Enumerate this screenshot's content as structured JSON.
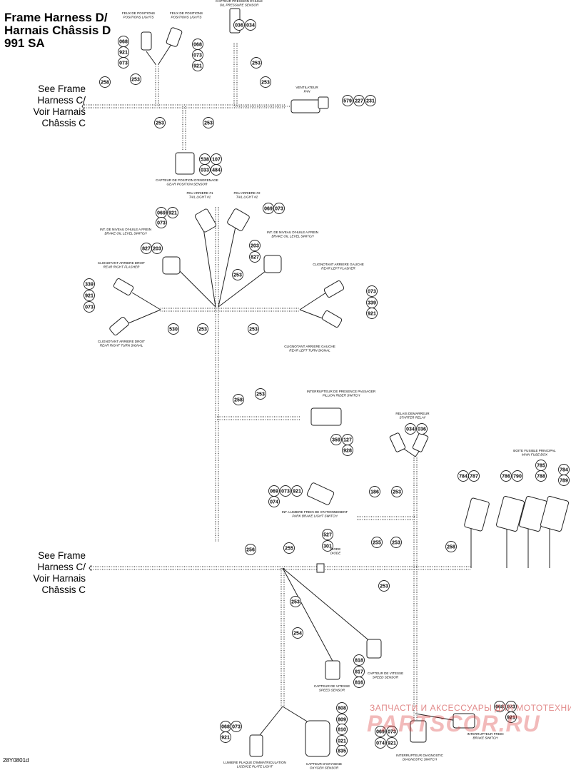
{
  "title": [
    "Frame Harness D/",
    "Harnais Châssis D",
    "991 SA"
  ],
  "see_refs": {
    "top": [
      "See Frame",
      "Harness C/",
      "Voir Harnais",
      "Châssis C"
    ],
    "middle": [
      "See Frame",
      "Harness C/",
      "Voir Harnais",
      "Châssis C"
    ]
  },
  "figure_code": "28Y0801d",
  "watermark": {
    "text": "ЗАПЧАСТИ И АКСЕССУАРЫ ДЛЯ МОТОТЕХНИКИ",
    "logo": "PARTSCOR.RU"
  },
  "components": [
    {
      "id": "position-lights-1",
      "label_fr": "FEUX DE POSITIONS",
      "label_en": "POSITIONS LIGHTS"
    },
    {
      "id": "position-lights-2",
      "label_fr": "FEUX DE POSITIONS",
      "label_en": "POSITIONS LIGHTS"
    },
    {
      "id": "oil-pressure-sensor",
      "label_fr": "CAPTEUR PRESSION D'HUILE",
      "label_en": "OIL PRESSURE SENSOR"
    },
    {
      "id": "fan",
      "label_fr": "VENTILATEUR",
      "label_en": "FAN"
    },
    {
      "id": "gear-position-sensor",
      "label_fr": "CAPTEUR DE POSITION D'ENGRENAGE",
      "label_en": "GEAR POSITION SENSOR"
    },
    {
      "id": "tail-light-1",
      "label_fr": "FEU ARRIERE #1",
      "label_en": "TAIL LIGHT #1"
    },
    {
      "id": "tail-light-2",
      "label_fr": "FEU ARRIERE #2",
      "label_en": "TAIL LIGHT #2"
    },
    {
      "id": "brake-oil-level-switch-left",
      "label_fr": "INT. DE NIVEAU D'HUILE A FREIN",
      "label_en": "BRAKE OIL LEVEL SWITCH"
    },
    {
      "id": "brake-oil-level-switch-right",
      "label_fr": "INT. DE NIVEAU D'HUILE A FREIN",
      "label_en": "BRAKE OIL LEVEL SWITCH"
    },
    {
      "id": "rear-right-flasher",
      "label_fr": "CLIGNOTANT ARRIERE DROIT",
      "label_en": "REAR RIGHT FLASHER"
    },
    {
      "id": "rear-left-flasher",
      "label_fr": "CLIGNOTANT ARRIERE GAUCHE",
      "label_en": "REAR LEFT FLASHER"
    },
    {
      "id": "rear-right-turn-signal",
      "label_fr": "CLIGNOTANT ARRIERE DROIT",
      "label_en": "REAR RIGHT TURN SIGNAL"
    },
    {
      "id": "rear-left-turn-signal",
      "label_fr": "CLIGNOTANT ARRIERE GAUCHE",
      "label_en": "REAR LEFT TURN SIGNAL"
    },
    {
      "id": "pillion-rider-switch",
      "label_fr": "INTERRUPTEUR DE PRESENCE PASSAGER",
      "label_en": "PILLION RIDER SWITCH"
    },
    {
      "id": "starter-relay",
      "label_fr": "RELAIS DEMARREUR",
      "label_en": "STARTER RELAY"
    },
    {
      "id": "main-fuse-box",
      "label_fr": "BOITE FUSIBLE PRINCIPAL",
      "label_en": "MAIN FUSE BOX"
    },
    {
      "id": "park-brake-light-switch",
      "label_fr": "INT. LUMIERE FREIN DE STATIONNEMENT",
      "label_en": "PARK BRAKE LIGHT SWITCH"
    },
    {
      "id": "diode",
      "label_fr": "DIODE",
      "label_en": "DIODE"
    },
    {
      "id": "speed-sensor",
      "label_fr": "CAPTEUR DE VITESSE",
      "label_en": "SPEED SENSOR"
    },
    {
      "id": "speed-sensor-2",
      "label_fr": "CAPTEUR DE VITESSE",
      "label_en": "SPEED SENSOR"
    },
    {
      "id": "brake-switch",
      "label_fr": "INTERRUPTEUR FREIN",
      "label_en": "BRAKE SWITCH"
    },
    {
      "id": "diagnostic-switch",
      "label_fr": "INTERRUPTEUR DIAGNOSTIC",
      "label_en": "DIAGNOSTIC SWITCH"
    },
    {
      "id": "licence-plate-light",
      "label_fr": "LUMIERE PLAQUE D'IMMATRICULATION",
      "label_en": "LICENCE PLATE LIGHT"
    },
    {
      "id": "oxygen-sensor",
      "label_fr": "CAPTEUR D'OXYGENE",
      "label_en": "OXYGEN SENSOR"
    }
  ],
  "callouts": [
    "068",
    "921",
    "073",
    "068",
    "073",
    "921",
    "036",
    "034",
    "253",
    "258",
    "253",
    "253",
    "579",
    "227",
    "231",
    "253",
    "253",
    "538",
    "107",
    "033",
    "484",
    "069",
    "921",
    "073",
    "069",
    "073",
    "827",
    "203",
    "203",
    "827",
    "253",
    "339",
    "921",
    "073",
    "073",
    "339",
    "921",
    "530",
    "253",
    "253",
    "258",
    "253",
    "359",
    "127",
    "928",
    "034",
    "036",
    "784",
    "787",
    "786",
    "790",
    "785",
    "788",
    "784",
    "789",
    "069",
    "073",
    "921",
    "074",
    "186",
    "253",
    "527",
    "301",
    "256",
    "255",
    "255",
    "253",
    "258",
    "253",
    "253",
    "254",
    "818",
    "817",
    "816",
    "808",
    "809",
    "810",
    "021",
    "835",
    "068",
    "073",
    "921",
    "069",
    "073",
    "074",
    "921",
    "068",
    "073",
    "921"
  ]
}
